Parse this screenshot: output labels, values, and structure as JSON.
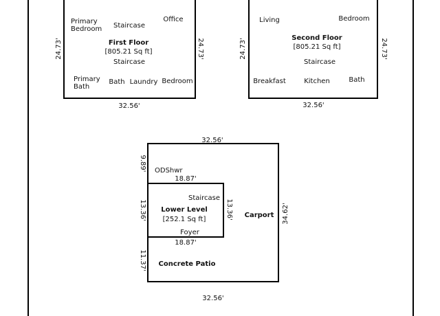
{
  "first_floor": {
    "title": "First Floor",
    "area": "[805.21 Sq ft]",
    "width": "32.56'",
    "height": "24.73'",
    "rooms": {
      "primary_bedroom_1": "Primary",
      "primary_bedroom_2": "Bedroom",
      "staircase_top": "Staircase",
      "office": "Office",
      "staircase_mid": "Staircase",
      "primary_bath_1": "Primary",
      "primary_bath_2": "Bath",
      "bath": "Bath",
      "laundry": "Laundry",
      "bedroom": "Bedroom"
    }
  },
  "second_floor": {
    "title": "Second Floor",
    "area": "[805.21 Sq ft]",
    "width": "32.56'",
    "height": "24.73'",
    "rooms": {
      "living": "Living",
      "bedroom": "Bedroom",
      "staircase": "Staircase",
      "breakfast": "Breakfast",
      "kitchen": "Kitchen",
      "bath": "Bath"
    }
  },
  "lower_level": {
    "title": "Lower Level",
    "area": "[252.1 Sq ft]",
    "inner_width": "18.87'",
    "inner_height": "13.36'",
    "outer_width": "32.56'",
    "outer_height": "34.62'",
    "odshwr_height": "9.89'",
    "patio_height": "11.37'",
    "rooms": {
      "odshwr": "ODShwr",
      "staircase": "Staircase",
      "foyer": "Foyer",
      "carport": "Carport",
      "concrete_patio": "Concrete Patio"
    }
  }
}
